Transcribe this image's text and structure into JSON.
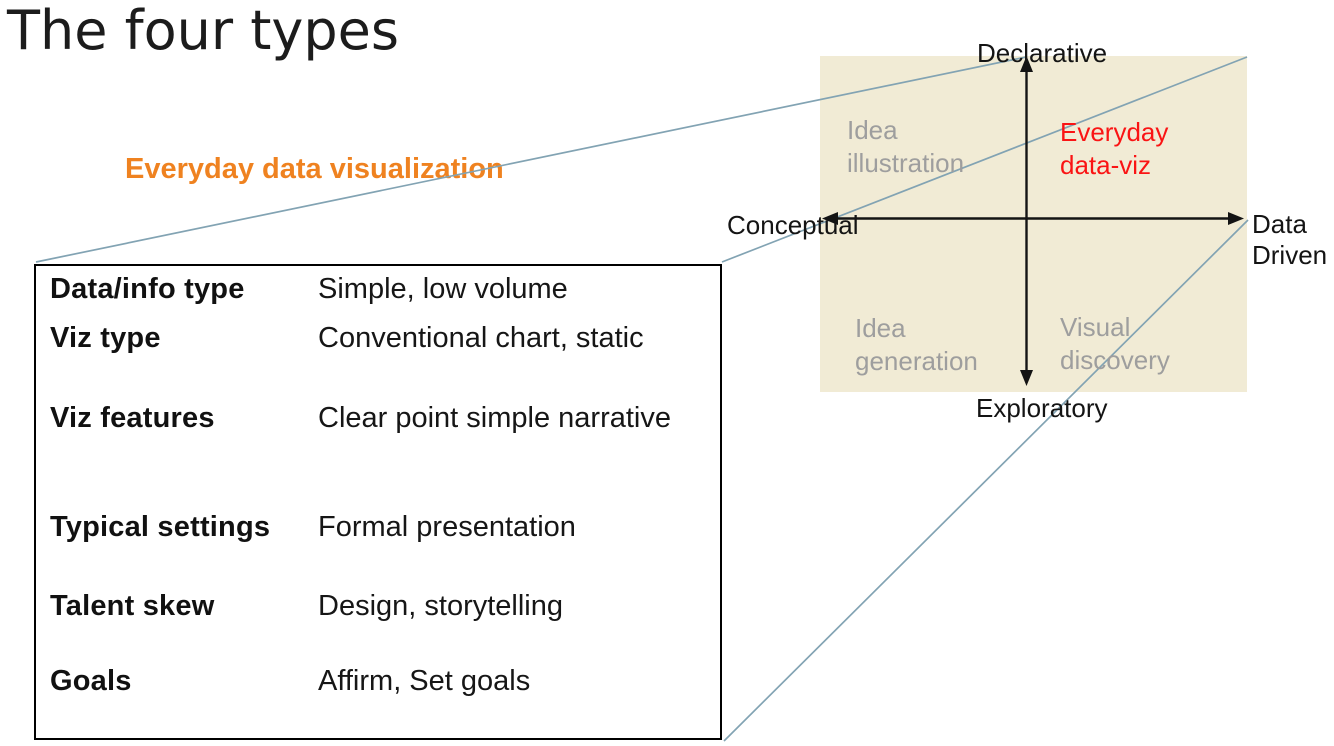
{
  "slide": {
    "title": "The four types"
  },
  "subtitle": {
    "text": "Everyday data visualization"
  },
  "table": {
    "rows": [
      {
        "label": "Data/info type",
        "value": "Simple, low volume"
      },
      {
        "label": "Viz type",
        "value": "Conventional chart, static"
      },
      {
        "label": "Viz features",
        "value": "Clear point simple narrative"
      },
      {
        "label": "Typical settings",
        "value": "Formal presentation"
      },
      {
        "label": "Talent skew",
        "value": "Design, storytelling"
      },
      {
        "label": "Goals",
        "value": "Affirm, Set goals"
      }
    ]
  },
  "diagram": {
    "axis_top": "Declarative",
    "axis_bottom": "Exploratory",
    "axis_left": "Conceptual",
    "axis_right": "Data Driven",
    "q_top_left": "Idea illustration",
    "q_top_right": "Everyday data-viz",
    "q_bottom_left": "Idea generation",
    "q_bottom_right": "Visual discovery"
  },
  "colors": {
    "title-black": "#1c1c1c",
    "subtitle-orange": "#ef8220",
    "matrix-beige": "#f1ebd5",
    "quadrant-gray": "#9e9e9e",
    "highlight-red": "#fa1414",
    "callout-blue": "#82a3b3",
    "axis-black": "#141414"
  }
}
